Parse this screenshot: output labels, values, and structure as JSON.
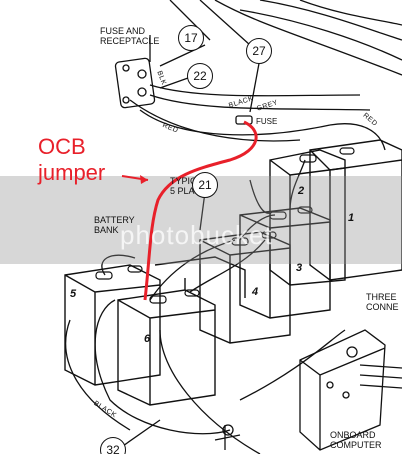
{
  "labels": {
    "fuse_receptacle": "FUSE AND\nRECEPTACLE",
    "battery_bank": "BATTERY\nBANK",
    "typical": "TYPICAL\n5 PLACES",
    "fuse": "FUSE",
    "three_conn": "THREE\nCONNE",
    "onboard": "ONBOARD\nCOMPUTER",
    "blk": "BLK"
  },
  "wires": {
    "black": "BLACK",
    "grey": "GREY",
    "red": "RED"
  },
  "callouts": {
    "c17": "17",
    "c22": "22",
    "c27": "27",
    "c21": "21",
    "c32": "32"
  },
  "batteries": {
    "b1": "1",
    "b2": "2",
    "b3": "3",
    "b4": "4",
    "b5": "5",
    "b6": "6"
  },
  "annotation": {
    "ocb_line1": "OCB",
    "ocb_line2": "jumper",
    "arrow": "→"
  },
  "watermark": "photobucket",
  "colors": {
    "annotation": "#e8202a",
    "banner": "#8c8c8c"
  }
}
